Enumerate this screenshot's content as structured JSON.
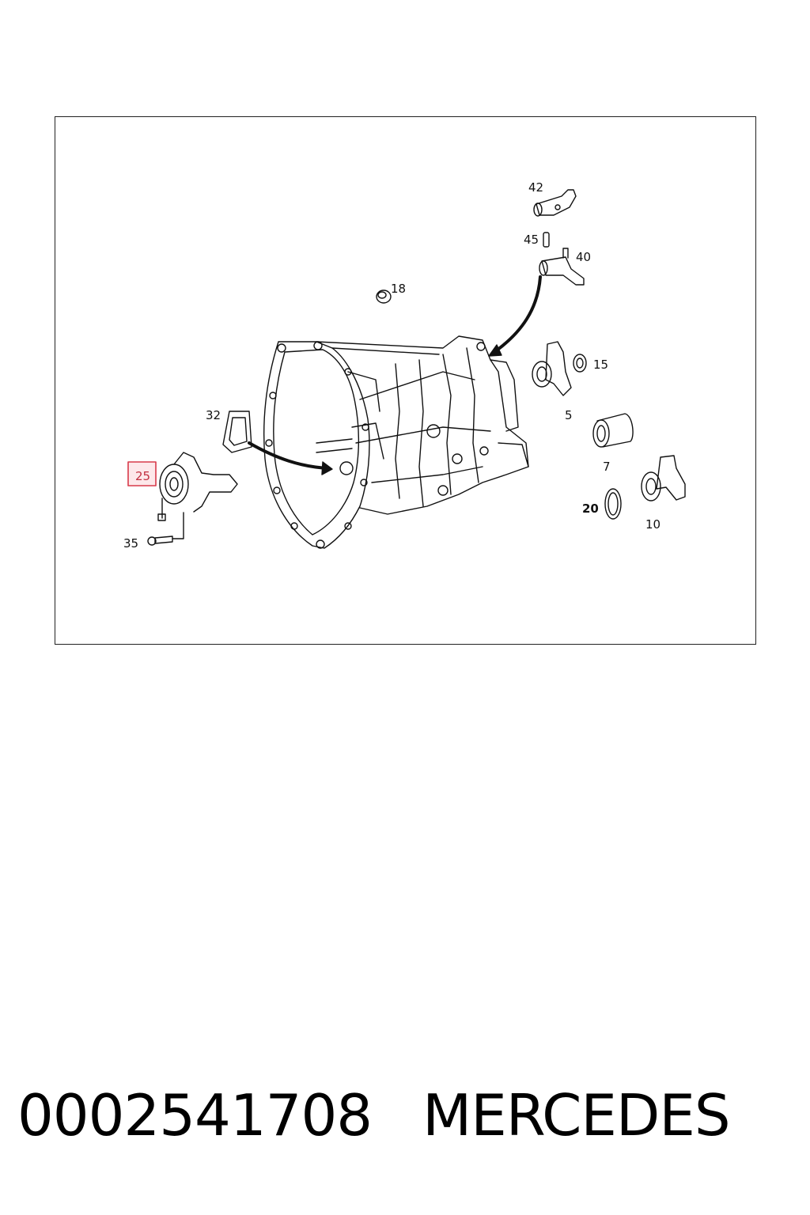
{
  "diagram": {
    "callouts": [
      {
        "id": "42",
        "text": "42"
      },
      {
        "id": "45",
        "text": "45"
      },
      {
        "id": "40",
        "text": "40"
      },
      {
        "id": "18",
        "text": "18"
      },
      {
        "id": "15",
        "text": "15"
      },
      {
        "id": "5",
        "text": "5"
      },
      {
        "id": "32",
        "text": "32"
      },
      {
        "id": "7",
        "text": "7"
      },
      {
        "id": "25",
        "text": "25",
        "highlighted": true
      },
      {
        "id": "20",
        "text": "20"
      },
      {
        "id": "10",
        "text": "10"
      },
      {
        "id": "35",
        "text": "35"
      }
    ],
    "highlight_color": "#d83a4a",
    "highlight_fill": "#fde8ea",
    "line_color": "#111111"
  },
  "caption": {
    "part_number": "0002541708",
    "brand": "MERCEDES"
  }
}
